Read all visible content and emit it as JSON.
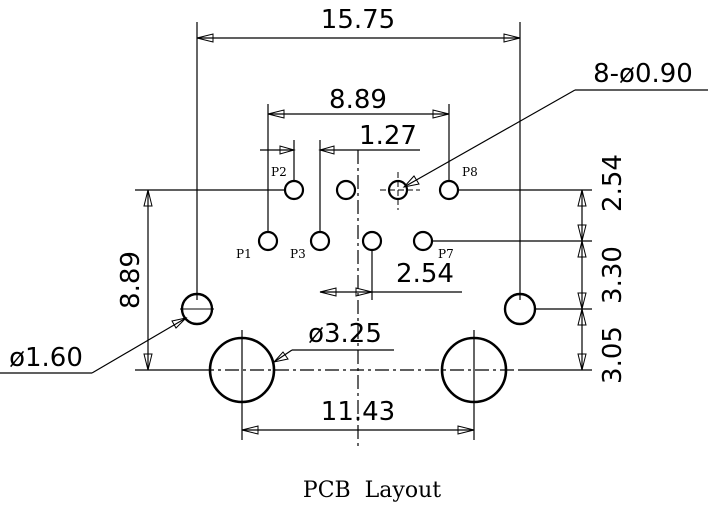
{
  "dimensions": {
    "overall_width": "15.75",
    "pin_row_span": "8.89",
    "pin_offset": "1.27",
    "pin_pitch": "2.54",
    "big_hole_spacing": "11.43",
    "vertical_total": "8.89",
    "row_gap": "2.54",
    "row_to_post": "3.30",
    "post_to_big": "3.05",
    "pin_hole_callout": "8-ø0.90",
    "post_hole_callout": "ø1.60",
    "big_hole_callout": "ø3.25"
  },
  "pins": {
    "p1": "P1",
    "p2": "P2",
    "p3": "P3",
    "p7": "P7",
    "p8": "P8"
  },
  "caption": "PCB  Layout"
}
